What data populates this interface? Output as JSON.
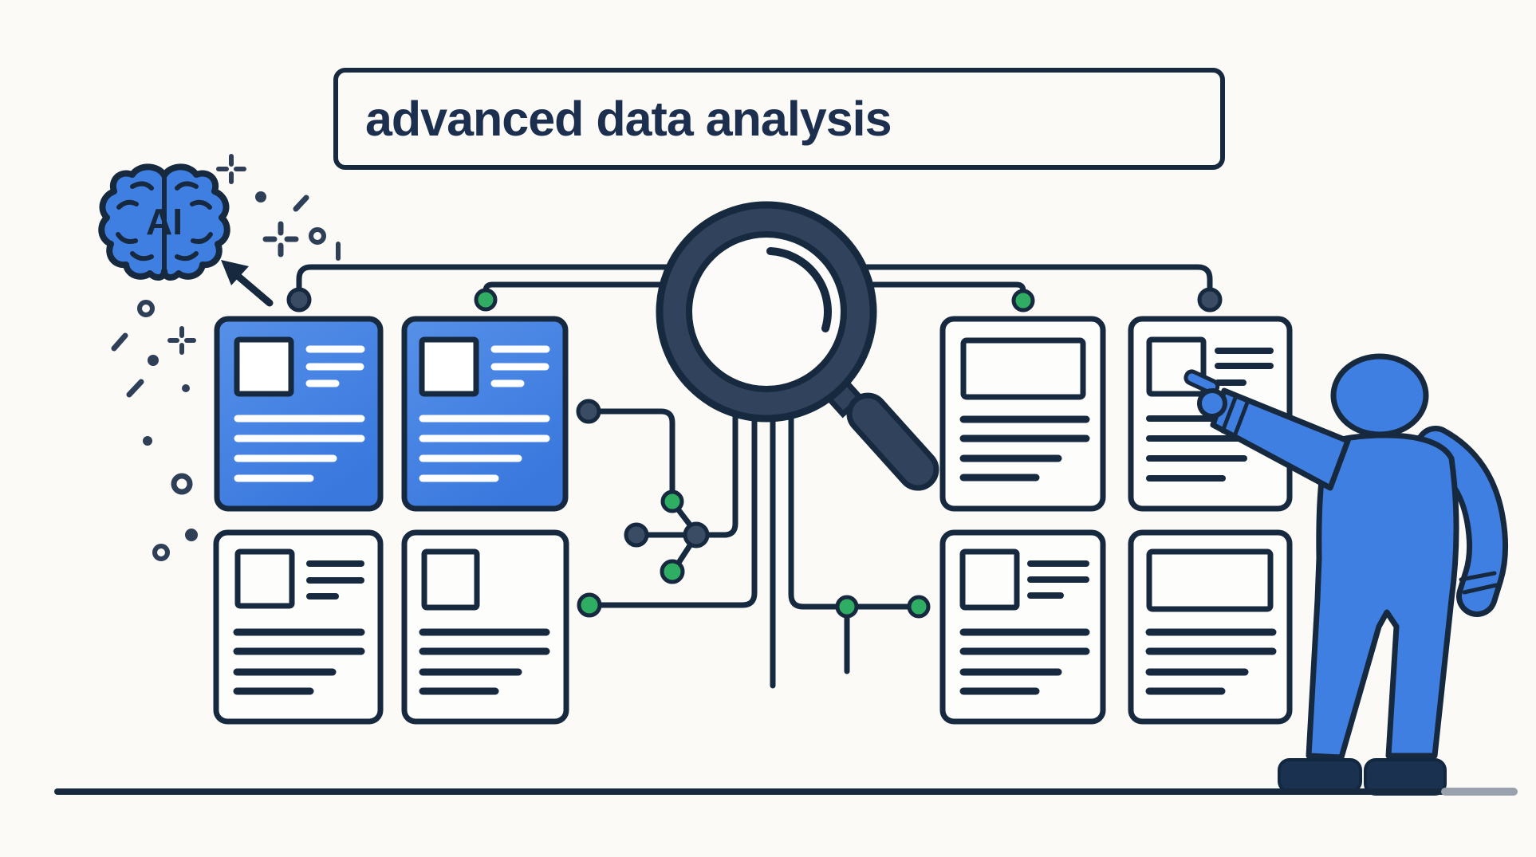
{
  "title": {
    "text": "advanced data analysis"
  },
  "brain": {
    "label": "AI"
  },
  "colors": {
    "background": "#fbfaf7",
    "navy_line": "#16293f",
    "navy_mid": "#31435c",
    "node_dark": "#3a4b64",
    "accent_blue": "#3f7fe1",
    "accent_blue_dark": "#2f66c0",
    "accent_green": "#2fae63",
    "card_white": "#fdfdfc",
    "shadow_gray": "#98a1ac",
    "shoe_navy": "#1b3150"
  },
  "icons": [
    "ai-brain-icon",
    "cursor-arrow-icon",
    "magnifier-icon",
    "person-figure",
    "sparkle-plus-icon",
    "dot-icon",
    "ring-icon",
    "circuit-node-icon"
  ],
  "cards": [
    {
      "name": "card-top-left-1",
      "style": "blue",
      "variant": "photo-with-caption"
    },
    {
      "name": "card-top-left-2",
      "style": "blue",
      "variant": "photo-with-caption"
    },
    {
      "name": "card-top-right-1",
      "style": "white",
      "variant": "banner"
    },
    {
      "name": "card-top-right-2",
      "style": "white",
      "variant": "photo-with-caption"
    },
    {
      "name": "card-bottom-left-1",
      "style": "white",
      "variant": "photo-with-caption"
    },
    {
      "name": "card-bottom-left-2",
      "style": "white",
      "variant": "photo-only"
    },
    {
      "name": "card-bottom-right-1",
      "style": "white",
      "variant": "photo-with-caption"
    },
    {
      "name": "card-bottom-right-2",
      "style": "white",
      "variant": "banner"
    }
  ],
  "connectors": {
    "bus_lines": 2,
    "node_colors": [
      "dark",
      "green",
      "green",
      "dark"
    ],
    "circuit_nodes_green": 6,
    "circuit_nodes_dark": 4
  }
}
